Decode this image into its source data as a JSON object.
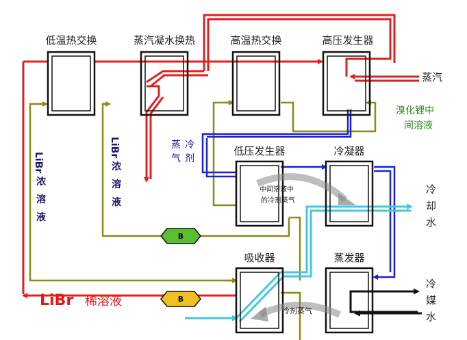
{
  "components": {
    "low_temp_hx": "低温热交换",
    "steam_condensate_hx": "蒸汽凝水换热",
    "high_temp_hx": "高温热交换",
    "high_pressure_generator": "高压发生器",
    "low_pressure_generator": "低压发生器",
    "condenser": "冷凝器",
    "absorber": "吸收器",
    "evaporator": "蒸发器"
  },
  "labels": {
    "steam": "蒸汽",
    "libr_mid_solution_line1": "溴化锂中",
    "libr_mid_solution_line2": "间溶液",
    "refrigerant_vapor_v1": "蒸",
    "refrigerant_vapor_v2": "冷",
    "refrigerant_vapor_v3": "气",
    "refrigerant_vapor_v4": "剂",
    "libr_conc_left_1": "LiBr",
    "libr_conc_left_2": "浓",
    "libr_conc_left_3": "溶",
    "libr_conc_left_4": "液",
    "libr_conc_mid_1": "LiBr",
    "libr_conc_mid_2": "浓",
    "libr_conc_mid_3": "溶",
    "libr_conc_mid_4": "液",
    "mid_solution_vapor_1": "中间溶液中",
    "mid_solution_vapor_2": "的冷剂蒸气",
    "cooling_water_1": "冷",
    "cooling_water_2": "却",
    "cooling_water_3": "水",
    "chilled_water_1": "冷",
    "chilled_water_2": "媒",
    "chilled_water_3": "水",
    "refrigerant_steam": "冷剂蒸气",
    "libr_dilute_prefix": "LiBr",
    "libr_dilute_suffix": "稀溶液",
    "pump_top": "B",
    "pump_bottom": "B"
  },
  "colors": {
    "steam_red": "#e02020",
    "olive": "#8a8a14",
    "blue": "#1a20d8",
    "cyan": "#40c8e0",
    "black": "#111111",
    "pump_green": "#58c030",
    "pump_yellow": "#f0c020"
  }
}
